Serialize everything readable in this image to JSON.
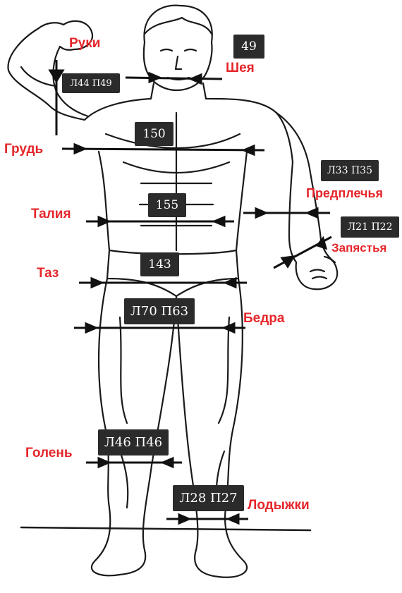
{
  "labels": {
    "arms": "Руки",
    "neck": "Шея",
    "chest": "Грудь",
    "forearms": "Предплечья",
    "waist": "Талия",
    "wrists": "Запястья",
    "pelvis": "Таз",
    "thighs": "Бедра",
    "calf": "Голень",
    "ankles": "Лодыжки"
  },
  "values": {
    "neck": "49",
    "arms": "Л44 П49",
    "chest": "150",
    "forearms": "Л33 П35",
    "waist": "155",
    "wrists": "Л21 П22",
    "pelvis": "143",
    "thighs": "Л70 П63",
    "calf": "Л46 П46",
    "ankles": "Л28 П27"
  },
  "colors": {
    "label_red": "#e5262b",
    "box_bg": "#2b2b2b",
    "box_text": "#ffffff",
    "line": "#111111",
    "figure_stroke": "#1a1a1a"
  }
}
